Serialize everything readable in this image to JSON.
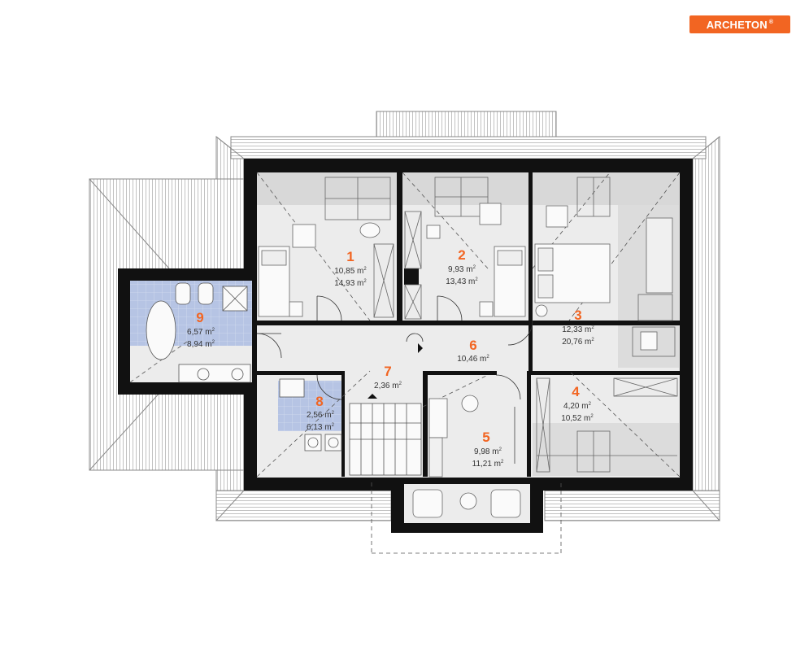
{
  "brand": {
    "name": "ARCHETON",
    "mark": "®",
    "color": "#f26522"
  },
  "rooms": [
    {
      "number": "1",
      "area_floor": "10,85 m",
      "area_total": "14,93 m"
    },
    {
      "number": "2",
      "area_floor": "9,93 m",
      "area_total": "13,43 m"
    },
    {
      "number": "3",
      "area_floor": "12,33 m",
      "area_total": "20,76 m"
    },
    {
      "number": "4",
      "area_floor": "4,20 m",
      "area_total": "10,52 m"
    },
    {
      "number": "5",
      "area_floor": "9,98 m",
      "area_total": "11,21 m"
    },
    {
      "number": "6",
      "area_floor": "10,46 m"
    },
    {
      "number": "7",
      "area_floor": "2,36 m"
    },
    {
      "number": "8",
      "area_floor": "2,56 m",
      "area_total": "6,13 m"
    },
    {
      "number": "9",
      "area_floor": "6,57 m",
      "area_total": "8,94 m"
    }
  ],
  "unit_exponent": "2",
  "colors": {
    "wall": "#111111",
    "floor": "#e8e8e8",
    "floor_light": "#f3f3f3",
    "tile": "#b8c6e6",
    "roof_line": "#9a9a9a",
    "label_number": "#f26522"
  }
}
